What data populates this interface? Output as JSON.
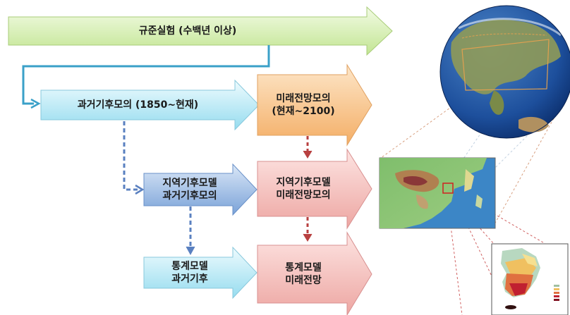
{
  "diagram": {
    "top_arrow": {
      "label": "규준실험 (수백년 이상)"
    },
    "past_climate": {
      "label": "과거기후모의 (1850~현재)"
    },
    "future_projection": {
      "label": "미래전망모의\n(현재~2100)"
    },
    "regional_past": {
      "label": "지역기후모델\n과거기후모의"
    },
    "regional_future": {
      "label": "지역기후모델\n미래전망모의"
    },
    "statistical_past": {
      "label": "통계모델\n과거기후"
    },
    "statistical_future": {
      "label": "통계모델\n미래전망"
    }
  },
  "colors": {
    "green_fill": "#d8f0b0",
    "cyan_fill": "#c0ecf6",
    "orange_fill": "#f9c890",
    "blue_fill": "#9bbbe4",
    "pink_fill": "#f6c2bf",
    "connector_cyan": "#3aa0c8",
    "connector_blue": "#5a80c0",
    "connector_red": "#b84040"
  }
}
